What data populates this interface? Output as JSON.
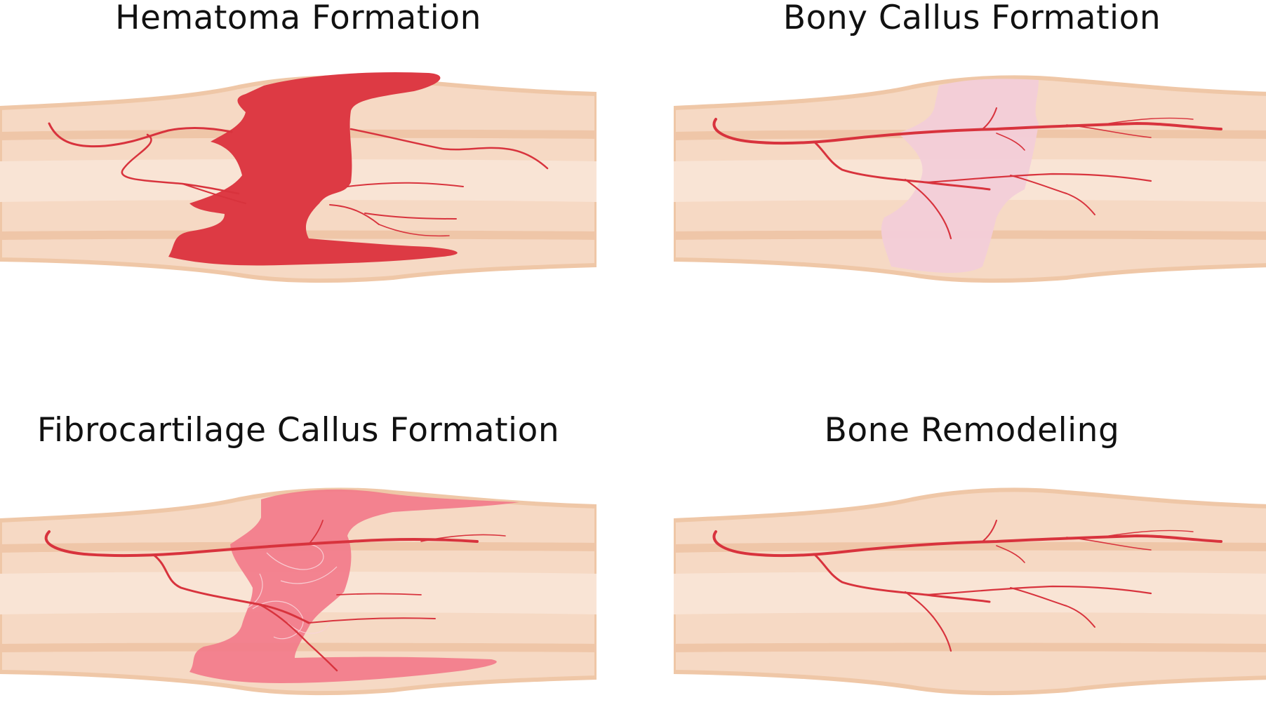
{
  "stages": [
    {
      "title": "Hematoma Formation"
    },
    {
      "title": "Bony Callus Formation"
    },
    {
      "title": "Fibrocartilage Callus Formation"
    },
    {
      "title": "Bone Remodeling"
    }
  ],
  "colors": {
    "bone": "#f6d9c4",
    "bone_outline": "#efc7a7",
    "bone_band": "#efc6a8",
    "bone_highlight": "#f9e4d5",
    "vessel": "#d8333d",
    "hematoma": "#dd3a44",
    "fibrocartilage": "#f27b8a",
    "bony_callus": "#f2cdd8"
  }
}
